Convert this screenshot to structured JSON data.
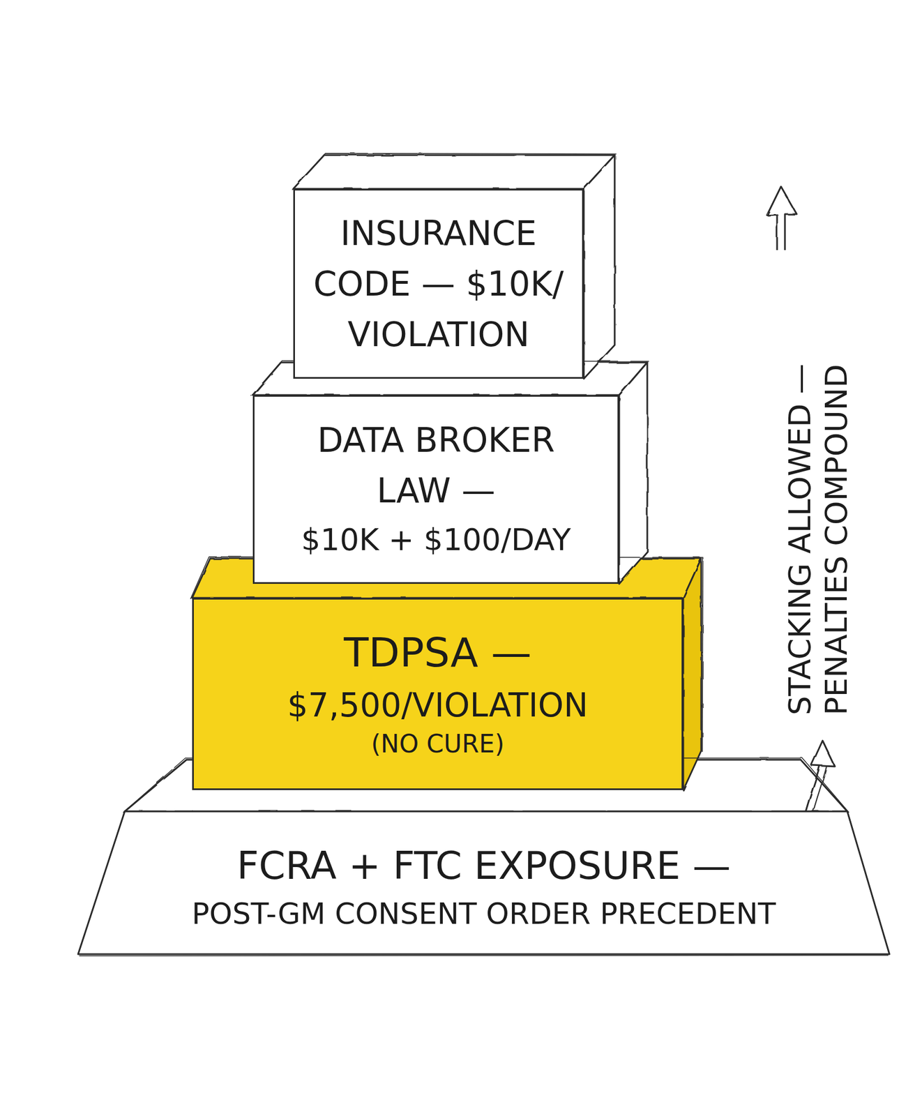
{
  "diagram": {
    "nodes": [
      {
        "text": [
          "INSURANCE CODE — $10K/ VIOLATION"
        ]
      },
      {
        "text": [
          "DATA BROKER LAW —",
          "$10K + $100/DAY"
        ]
      },
      {
        "text": [
          "TDPSA —",
          "$7,500/VIOLATION",
          "(NO CURE)"
        ]
      },
      {
        "text": [
          "FCRA + FTC EXPOSURE —",
          "POST-GM CONSENT ORDER PRECEDENT"
        ]
      }
    ],
    "labels": [
      "STACKING ALLOWED — PENALTIES COMPOUND"
    ]
  }
}
